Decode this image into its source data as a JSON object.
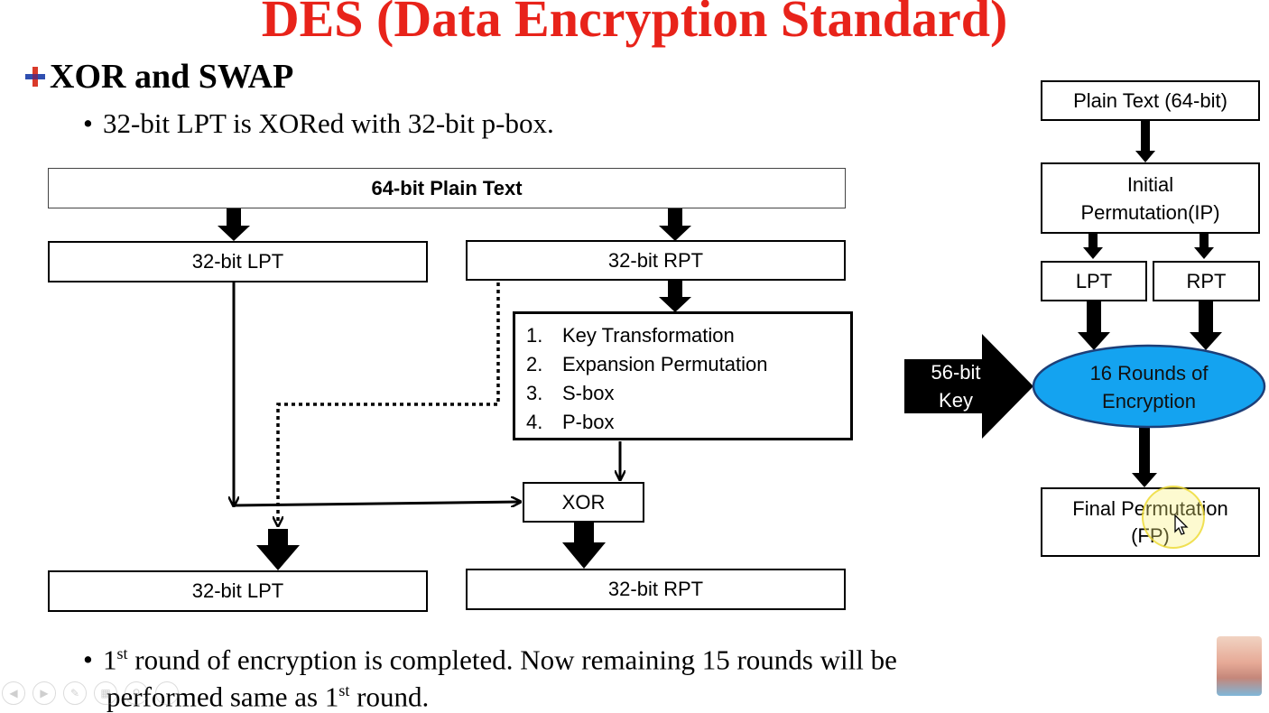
{
  "slide": {
    "title": "DES (Data Encryption Standard)",
    "heading": "XOR and SWAP",
    "bullet1": "32-bit LPT is XORed with 32-bit p-box.",
    "bullet2_pre": "1",
    "bullet2_sup": "st",
    "bullet2_mid": " round of encryption is completed. Now remaining 15 rounds will be",
    "bullet2_line2_pre": "performed same as 1",
    "bullet2_line2_sup": "st",
    "bullet2_line2_post": " round."
  },
  "left_diagram": {
    "plain_text": "64-bit Plain Text",
    "lpt_top": "32-bit LPT",
    "rpt_top": "32-bit RPT",
    "steps": [
      {
        "num": "1.",
        "label": "Key Transformation"
      },
      {
        "num": "2.",
        "label": "Expansion Permutation"
      },
      {
        "num": "3.",
        "label": "S-box"
      },
      {
        "num": "4.",
        "label": "P-box"
      }
    ],
    "xor": "XOR",
    "lpt_bottom": "32-bit LPT",
    "rpt_bottom": "32-bit RPT"
  },
  "right_diagram": {
    "plain_text": "Plain Text (64-bit)",
    "ip_line1": "Initial",
    "ip_line2": "Permutation(IP)",
    "lpt": "LPT",
    "rpt": "RPT",
    "rounds_line1": "16 Rounds of",
    "rounds_line2": "Encryption",
    "key_line1": "56-bit",
    "key_line2": "Key",
    "fp_line1": "Final Permutation",
    "fp_line2": "(FP)",
    "ellipse_color": "#14a3f0"
  },
  "player_controls": [
    "previous-icon",
    "play-icon",
    "pen-icon",
    "slides-icon",
    "zoom-icon",
    "more-icon"
  ]
}
